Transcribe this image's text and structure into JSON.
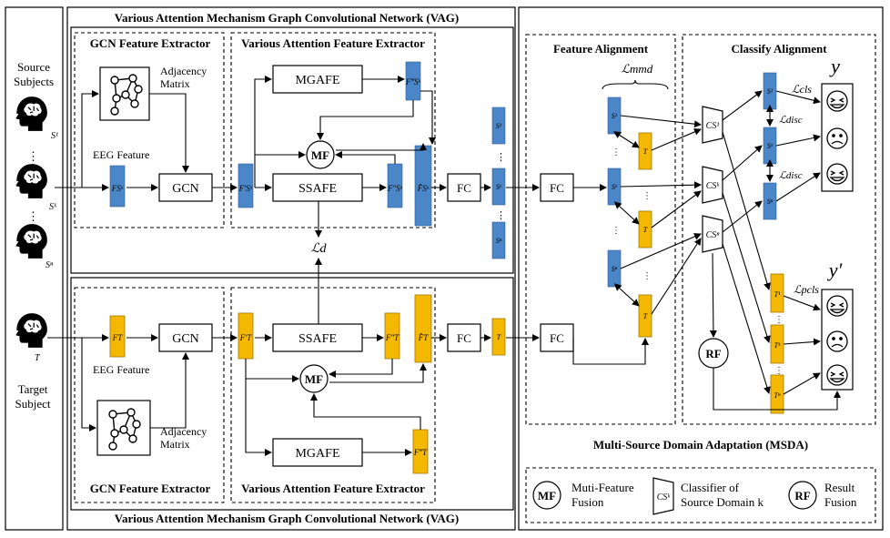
{
  "labels": {
    "source_subjects": [
      "Source",
      "Subjects"
    ],
    "target_subject": [
      "Target",
      "Subject"
    ],
    "s1": "S¹",
    "sk": "Sᵏ",
    "sn": "Sⁿ",
    "t": "T",
    "vag_title": "Various Attention Mechanism Graph Convolutional Network (VAG)",
    "gcn_extractor": "GCN Feature Extractor",
    "various_extractor": "Various Attention Feature Extractor",
    "adjacency": [
      "Adjacency",
      "Matrix"
    ],
    "eeg_feature": "EEG Feature",
    "gcn": "GCN",
    "mgafe": "MGAFE",
    "ssafe": "SSAFE",
    "mf": "MF",
    "fc": "FC",
    "rf": "RF",
    "loss_d": "ℒd",
    "feature_alignment": "Feature Alignment",
    "classify_alignment": "Classify Alignment",
    "loss_mmd": "ℒmmd",
    "loss_cls": "ℒcls",
    "loss_disc": "ℒdisc",
    "loss_pcls": "ℒpcls",
    "y": "y",
    "y_prime": "y′",
    "msda_title": "Multi-Source Domain Adaptation (MSDA)",
    "c1": "CS¹",
    "ck": "CSᵏ",
    "cn": "CSⁿ",
    "f_sk": "FSᵏ",
    "f_sk_p": "F′Sᵏ",
    "f_sk_pp": "F″Sᵏ",
    "f_sk_ppp": "F‴Sᵏ",
    "f_sk_hat": "F̂Sᵏ",
    "f_t": "FT",
    "f_t_p": "F′T",
    "f_t_pp": "F″T",
    "f_t_ppp": "F‴T",
    "f_t_hat": "F̂T",
    "t1": "T¹",
    "tk": "Tᵏ",
    "tn": "Tⁿ",
    "dots": "⋮"
  },
  "legend": {
    "mf_label": [
      "Muti-Feature",
      "Fusion"
    ],
    "classifier_label": [
      "Classifier of",
      "Source Domain k"
    ],
    "rf_label": [
      "Result",
      "Fusion"
    ]
  },
  "colors": {
    "source": "#4a86c8",
    "target": "#f5b800"
  }
}
